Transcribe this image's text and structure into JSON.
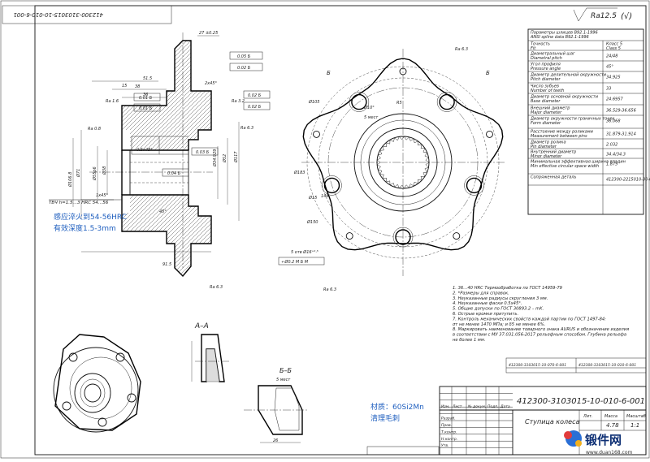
{
  "stamp_rotated": "412300-3103015-10-010-6-001",
  "roughness": {
    "general": "Ra12.5",
    "suffix": "(√)"
  },
  "params_table": [
    {
      "label": "Параметры шлицев B92.1-1996 / ANSI spline data B92.1-1996",
      "value": ""
    },
    {
      "label": "Точность / Fit",
      "value": "Класс 5 / Class 5"
    },
    {
      "label": "Диаметральный шаг / Diametral pitch",
      "value": "24/48"
    },
    {
      "label": "Угол профиля / Pressure angle",
      "value": "45°"
    },
    {
      "label": "Диаметр делительной окружности / Pitch diameter",
      "value": "34.925"
    },
    {
      "label": "Число зубьев / Number of teeth",
      "value": "33"
    },
    {
      "label": "Диаметр основной окружности / Base diameter",
      "value": "24.6957"
    },
    {
      "label": "Внешний диаметр / Major diameter",
      "value": "36.529-36.656"
    },
    {
      "label": "Диаметр окружности граничных точек / Form diameter",
      "value": "36.068"
    },
    {
      "label": "Расстояние между роликами / Measurement between pins",
      "value": "31.879-31.914"
    },
    {
      "label": "Диаметр ролика / Pin diameter",
      "value": "2.032"
    },
    {
      "label": "Внутренний диаметр / Minor diameter",
      "value": "34.4/34.3"
    },
    {
      "label": "Минимальная эффективная ширина впадин / Min effective circular space width",
      "value": "1.875"
    },
    {
      "label": "Сопряженная деталь",
      "value": "412300-2215010-30-011-6-001"
    }
  ],
  "notes": [
    "1. 36…40 HRC  Термообработка по ГОСТ 14959-79",
    "2. *Размеры для справок.",
    "3. Неуказанные радиусы скругления 3 мм.",
    "4. Неуказанные фаски 0.5x45°.",
    "5. Общие допуски по ГОСТ 30893.2 – mK.",
    "6. Острые кромки притупить.",
    "7. Контроль механических свойств каждой партии по ГОСТ 1497-84:",
    "   σт не менее 1470 МПа; и δ5 не менее 6%.",
    "8. Маркировать наименование товарного знака AURUS и обозначение изделия",
    "   в соответствии с МУ 37.031.056-2017 рельефным способом. Глубина рельефа",
    "   не более 1 мм."
  ],
  "hardening_note": {
    "line1": "感应淬火到54-56HRC",
    "line2": "有效深度1.5-3mm"
  },
  "material_note": {
    "line1": "材质：60Si2Mn",
    "line2": "清理毛刺"
  },
  "hrc_label": "ТВЧ h=1.5…3  HRC 54…56",
  "section_aa": "А–А",
  "section_bb": "Б–Б",
  "section_bb_sub": "5 мест",
  "view_b": "Б",
  "dims_left": {
    "d_27": "27 ±0.25",
    "d_515": "51.5",
    "d_38": "38",
    "d_36": "36",
    "d_15": "15",
    "d_915": "91.5",
    "d_26": "26",
    "d_2x45": "2x45°",
    "d_1x45": "1x45°",
    "d_45": "45°",
    "d_1065": "Ø106.8",
    "d_71": "Ø71",
    "d_55": "Ø55p6",
    "d_38b": "Ø38",
    "d_5x45": "0.5x45°",
    "d_52": "Ø52",
    "d_117": "Ø117",
    "d_349": "Ø34.929"
  },
  "gdt": [
    "0.05 Б",
    "0.02 Б",
    "0.01 Б",
    "0.01 Б",
    "0.04 Б",
    "0.02 Б",
    "0.02 Б",
    "0.03 Б"
  ],
  "ra_marks": [
    "Ra 6.3",
    "Ra 3.2",
    "Ra 1.6",
    "Ra 0.8",
    "Ra 6.3"
  ],
  "dims_front": {
    "d_105": "Ø105",
    "d_183": "Ø183",
    "d_150": "Ø150",
    "d_15": "Ø15",
    "holes": "5 отв Ø16⁺⁰·⁵",
    "pos": "⌖ Ø0.2 М Б М",
    "d_5mest": "5 мест",
    "d_10": "Ø10°",
    "d_75": "R5",
    "d_146": "146"
  },
  "right_stamp": "412300-3103015-10-070-6-001",
  "right_stamp2": "412300-3103015-10-010-6-001",
  "doc_number": "412300-3103015-10-010-6-001",
  "part_name": "Ступица колеса",
  "title_cols": {
    "lit": "Лит.",
    "mass": "Масса",
    "scale": "Масштаб"
  },
  "mass": "4.78",
  "scale": "1:1",
  "title_rows": [
    "Изм.",
    "Лист",
    "№ докум.",
    "Подп.",
    "Дата",
    "Разраб.",
    "Пров.",
    "Т.контр.",
    "Н.контр.",
    "Утв."
  ],
  "watermark": {
    "brand": "锻件网",
    "url": "www.duan168.com"
  }
}
